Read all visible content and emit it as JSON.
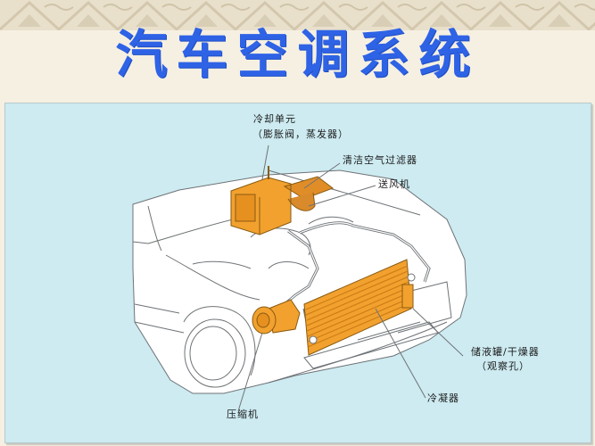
{
  "title": "汽车空调系统",
  "colors": {
    "title": "#2f63e6",
    "background": "#f6f0e2",
    "panel": "#cdebf1",
    "component_orange": "#f2a12e",
    "line_art": "#6e7377"
  },
  "diagram": {
    "labels": {
      "cooling_unit": "冷却单元",
      "cooling_unit_detail": "（膨胀阀，蒸发器）",
      "air_filter": "清洁空气过滤器",
      "blower": "送风机",
      "receiver_dryer": "储液罐/干燥器",
      "receiver_dryer_detail": "（观察孔）",
      "condenser": "冷凝器",
      "compressor": "压缩机"
    }
  }
}
